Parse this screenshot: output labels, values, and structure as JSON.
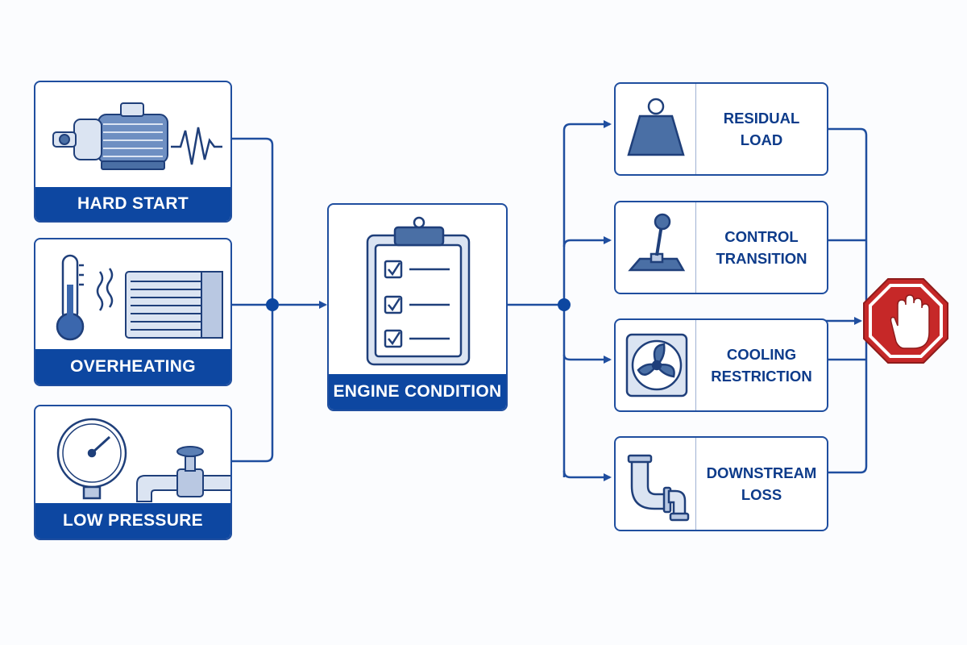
{
  "causes": [
    {
      "label": "HARD START",
      "icon": "electric-motor-icon"
    },
    {
      "label": "OVERHEATING",
      "icon": "thermometer-radiator-icon"
    },
    {
      "label": "LOW PRESSURE",
      "icon": "pressure-gauge-valve-icon"
    }
  ],
  "center": {
    "label": "ENGINE CONDITION",
    "icon": "checklist-clipboard-icon"
  },
  "outcomes": [
    {
      "line1": "RESIDUAL",
      "line2": "LOAD",
      "icon": "weight-icon"
    },
    {
      "line1": "CONTROL",
      "line2": "TRANSITION",
      "icon": "joystick-icon"
    },
    {
      "line1": "COOLING",
      "line2": "RESTRICTION",
      "icon": "fan-icon"
    },
    {
      "line1": "DOWNSTREAM",
      "line2": "LOSS",
      "icon": "pipe-elbow-icon"
    }
  ],
  "terminal": {
    "icon": "stop-hand-icon"
  },
  "colors": {
    "primary": "#0d47a1",
    "border": "#1f4e9f",
    "icon_fill": "#4a6fa5",
    "icon_light": "#dbe4f2",
    "stop_red": "#c62828"
  }
}
